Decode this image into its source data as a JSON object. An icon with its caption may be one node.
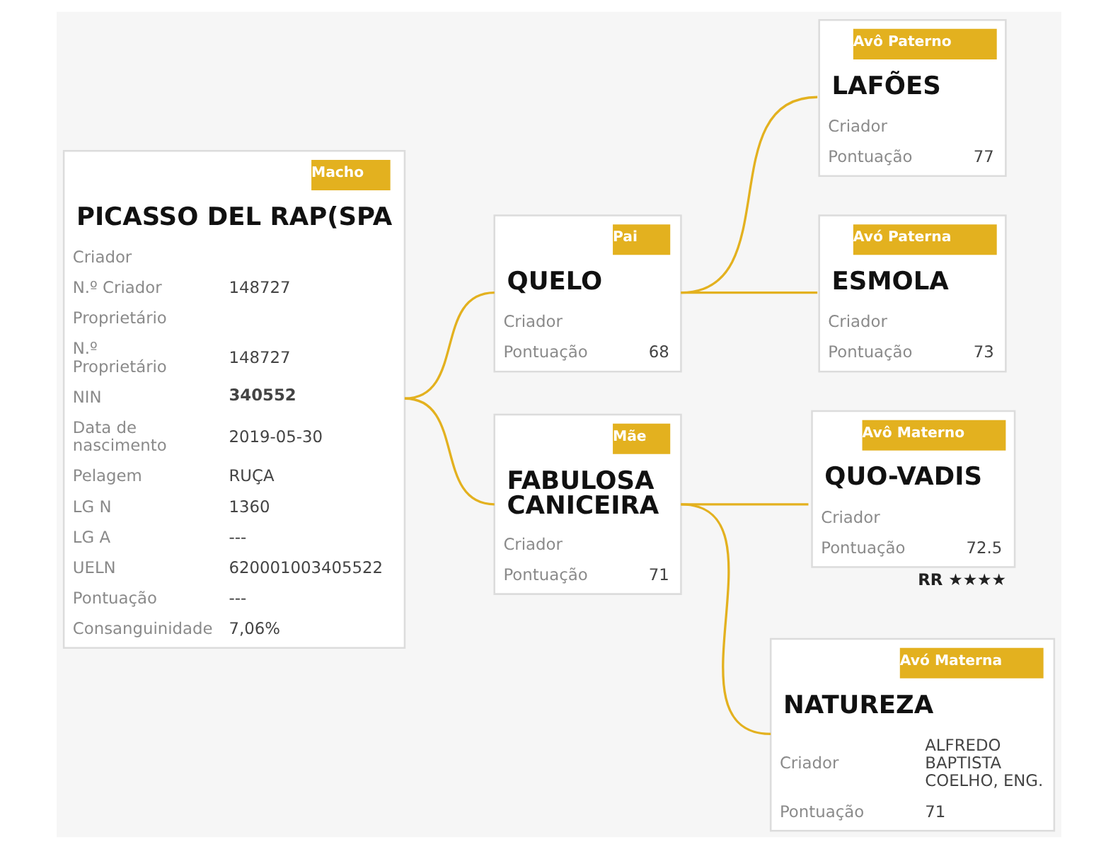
{
  "diagram": {
    "nodes": [
      {
        "text": [
          "Macho",
          "PICASSO DEL RAP(SPA",
          "Criador",
          "N.º Criador",
          "148727",
          "Proprietário",
          "N.º Proprietário",
          "148727",
          "NIN",
          "340552",
          "Data de nascimento",
          "2019-05-30",
          "Pelagem",
          "RUÇA",
          "LG N",
          "1360",
          "LG A",
          "---",
          "UELN",
          "620001003405522",
          "Pontuação",
          "---",
          "Consanguinidade",
          "7,06%"
        ]
      },
      {
        "text": [
          "Pai",
          "QUELO",
          "Criador",
          "Pontuação",
          "68"
        ]
      },
      {
        "text": [
          "Avô Paterno",
          "LAFÕES",
          "Criador",
          "Pontuação",
          "77"
        ]
      },
      {
        "text": [
          "Avó Paterna",
          "ESMOLA",
          "Criador",
          "Pontuação",
          "73"
        ]
      },
      {
        "text": [
          "Mãe",
          "FABULOSA CANICEIRA",
          "Criador",
          "Pontuação",
          "71"
        ]
      },
      {
        "text": [
          "Avô Materno",
          "QUO-VADIS",
          "Criador",
          "Pontuação",
          "72.5"
        ],
        "beside": [
          "RR ★★★★"
        ]
      },
      {
        "text": [
          "Avó Materna",
          "NATUREZA",
          "Criador",
          "ALFREDO BAPTISTA COELHO, ENG.",
          "Pontuação",
          "71"
        ]
      }
    ],
    "edges": [
      {
        "from": 0,
        "to": 1,
        "arrow": "none"
      },
      {
        "from": 0,
        "to": 4,
        "arrow": "none"
      },
      {
        "from": 1,
        "to": 2,
        "arrow": "none"
      },
      {
        "from": 1,
        "to": 3,
        "arrow": "none"
      },
      {
        "from": 4,
        "to": 5,
        "arrow": "none"
      },
      {
        "from": 4,
        "to": 6,
        "arrow": "none"
      }
    ]
  }
}
